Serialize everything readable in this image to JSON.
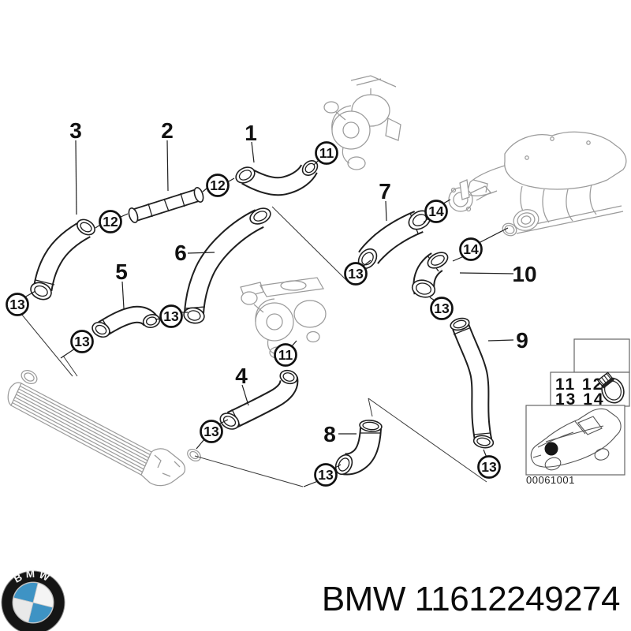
{
  "image_type": "bmw-exploded-parts-diagram-intake-air-hoses",
  "callouts": {
    "part_1": "1",
    "part_2": "2",
    "part_3": "3",
    "part_4": "4",
    "part_5": "5",
    "part_6": "6",
    "part_7": "7",
    "part_8": "8",
    "part_9": "9",
    "part_10": "10",
    "clamp_11": "11",
    "clamp_12": "12",
    "clamp_13": "13",
    "clamp_14": "14"
  },
  "legend": {
    "row1": "11 12",
    "row2": "13 14",
    "icon": "hose-clamp-icon"
  },
  "thumbnail": {
    "diagram_code": "00061001"
  },
  "footer": {
    "brand": "BMW",
    "part_number": "11612249274",
    "logo_letters": "BMW"
  },
  "colors": {
    "hose_line": "#1f1f1f",
    "context_line": "#9b9b9b",
    "logo_blue": "#3e93c4",
    "background": "#ffffff"
  }
}
